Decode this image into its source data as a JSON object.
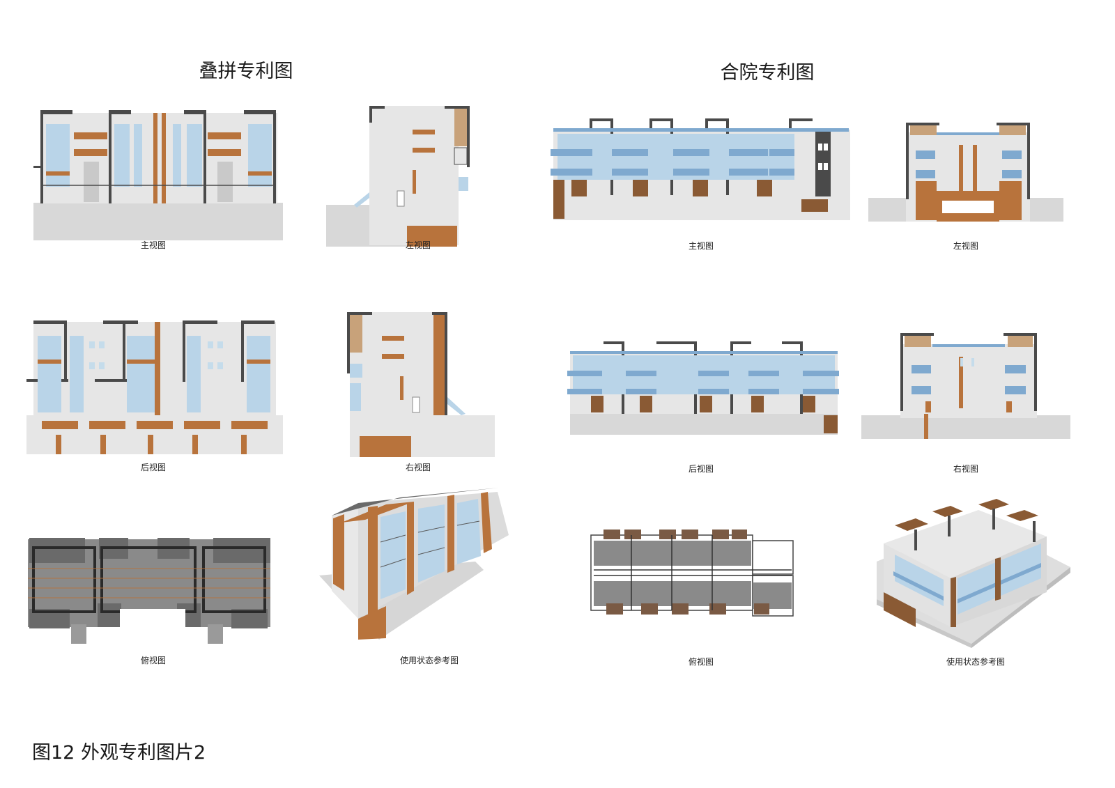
{
  "caption": "图12  外观专利图片2",
  "colors": {
    "wall": "#e6e6e6",
    "ground": "#d8d8d8",
    "glass": "#b9d4e8",
    "glass_dark": "#7fa9cf",
    "wood": "#b8733c",
    "frame": "#4a4a4a",
    "roof": "#5a5a5a"
  },
  "sections": [
    {
      "title": "叠拼专利图",
      "views": [
        {
          "label": "主视图"
        },
        {
          "label": "左视图"
        },
        {
          "label": "后视图"
        },
        {
          "label": "右视图"
        },
        {
          "label": "俯视图"
        },
        {
          "label": "使用状态参考图"
        }
      ]
    },
    {
      "title": "合院专利图",
      "views": [
        {
          "label": "主视图"
        },
        {
          "label": "左视图"
        },
        {
          "label": "后视图"
        },
        {
          "label": "右视图"
        },
        {
          "label": "俯视图"
        },
        {
          "label": "使用状态参考图"
        }
      ]
    }
  ]
}
